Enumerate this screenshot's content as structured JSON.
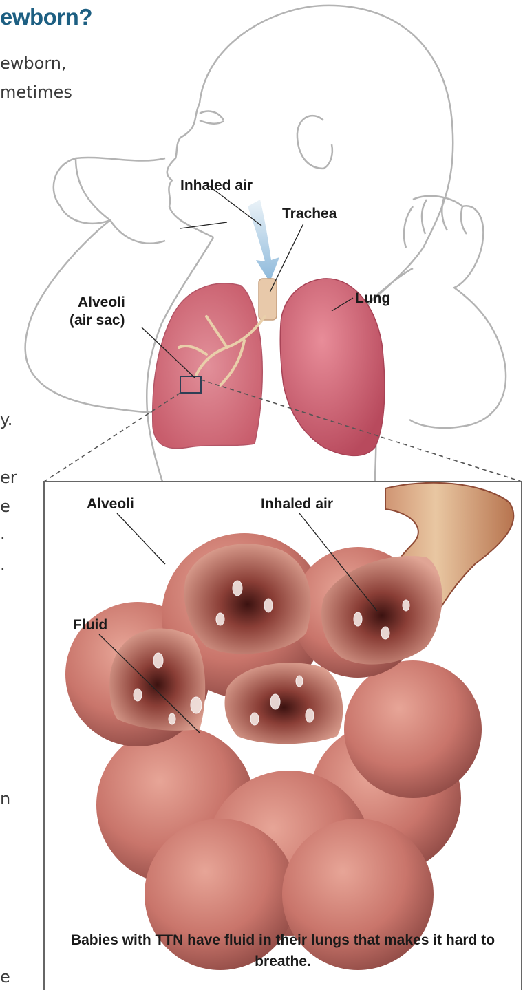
{
  "page": {
    "heading": "ewborn?",
    "intro_lines": [
      "ewborn,",
      "metimes"
    ],
    "left_edge_fragments": [
      "y.",
      "er",
      "e",
      ".",
      ".",
      "n",
      "e"
    ]
  },
  "labels": {
    "inhaled_air_top": "Inhaled air",
    "trachea": "Trachea",
    "lung": "Lung",
    "alveoli_top_line1": "Alveoli",
    "alveoli_top_line2": "(air sac)",
    "alveoli_bottom": "Alveoli",
    "inhaled_air_bottom": "Inhaled air",
    "fluid": "Fluid"
  },
  "caption": "Babies with TTN have fluid in their lungs that makes it hard to breathe.",
  "colors": {
    "heading": "#1d5f82",
    "outline": "#b3b3b3",
    "lung": "#d9707c",
    "alveoli": "#c9756b",
    "leader": "#222222"
  }
}
